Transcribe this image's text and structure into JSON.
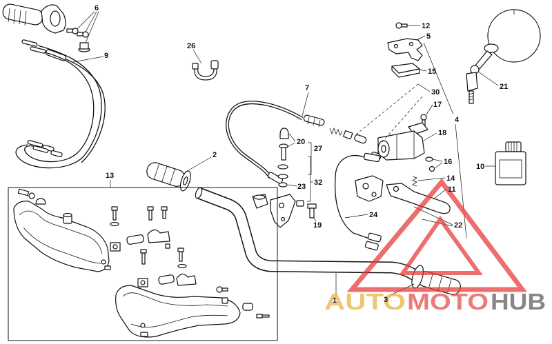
{
  "diagram": {
    "callouts": {
      "p1": "1",
      "p2": "2",
      "p3": "3",
      "p4": "4",
      "p5": "5",
      "p6": "6",
      "p7": "7",
      "p9": "9",
      "p10": "10",
      "p11": "11",
      "p12": "12",
      "p13": "13",
      "p14": "14",
      "p15": "15",
      "p16": "16",
      "p17": "17",
      "p18": "18",
      "p19": "19",
      "p20": "20",
      "p21": "21",
      "p22": "22",
      "p23": "23",
      "p24": "24",
      "p26": "26",
      "p27": "27",
      "p30": "30",
      "p32": "32"
    }
  },
  "watermark": {
    "part1": "AUTO",
    "part2": "MOTO",
    "part3": "HUB",
    "colors": {
      "auto": "#e9b13e",
      "moto": "#e64b45",
      "hub": "#5a5a5a",
      "logo": "#e53935"
    }
  },
  "colors": {
    "line": "#111111",
    "background": "#ffffff"
  }
}
